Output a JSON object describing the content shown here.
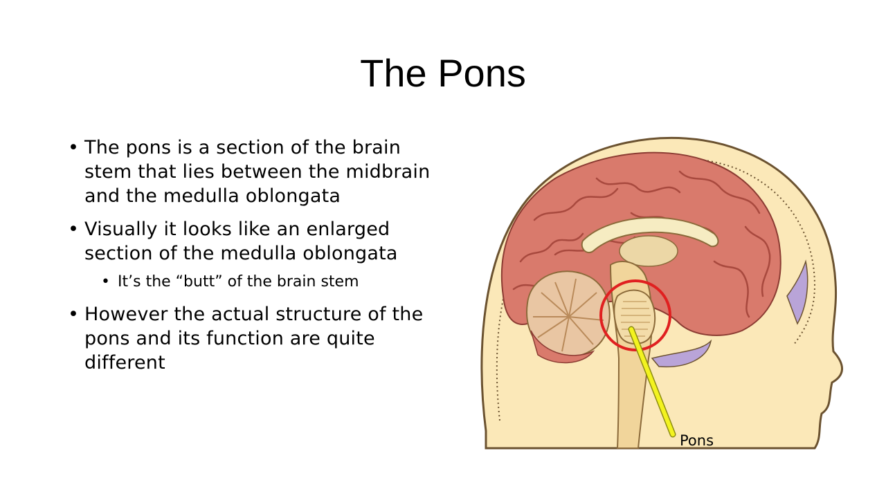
{
  "slide": {
    "title": "The Pons",
    "bullets": [
      "The pons is a section of the brain stem that lies between the midbrain and the medulla oblongata",
      "Visually it looks like an enlarged section of the medulla oblongata",
      "However the actual structure of the pons and its function are quite different"
    ],
    "sub_bullet": "It’s the “butt” of the brain stem"
  },
  "figure": {
    "label": "Pons",
    "colors": {
      "skin": "#fbe8b8",
      "outline": "#6b5230",
      "brain": "#d97a6c",
      "brain_fold": "#a8493e",
      "cerebellum": "#e9c6a3",
      "stem": "#f1d59b",
      "ventricle": "#b9a4d8",
      "highlight_circle": "#e02020",
      "pointer": "#f3f320"
    }
  }
}
